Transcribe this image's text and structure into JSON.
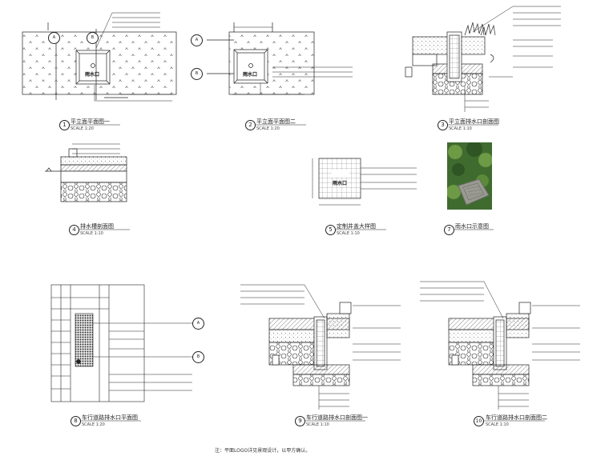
{
  "sheet": {
    "background": "#ffffff",
    "line_color": "#222222",
    "foliage_color": "#3f6b2f"
  },
  "views": [
    {
      "num": "1",
      "title": "平立面平面图一",
      "scale": "SCALE    1:20"
    },
    {
      "num": "2",
      "title": "平立面平面图二",
      "scale": "SCALE    1:20"
    },
    {
      "num": "3",
      "title": "平立面排水口剖面图",
      "scale": "SCALE    1:10"
    },
    {
      "num": "4",
      "title": "排水槽剖面图",
      "scale": "SCALE    1:10"
    },
    {
      "num": "5",
      "title": "定制井盖大样图",
      "scale": "SCALE    1:10"
    },
    {
      "num": "7",
      "title": "雨水口示意图",
      "scale": ""
    },
    {
      "num": "8",
      "title": "车行道路排水口平面图",
      "scale": "SCALE    1:20"
    },
    {
      "num": "9",
      "title": "车行道路排水口剖面图一",
      "scale": "SCALE    1:10"
    },
    {
      "num": "10",
      "title": "车行道路排水口剖面图二",
      "scale": "SCALE    1:10"
    }
  ],
  "section_refs": [
    "A",
    "B"
  ],
  "plaque_text": "雨水口",
  "footer_note": "注：平面LOGO详见景观设计，以甲方确认。",
  "photo_colors": {
    "foliage": "#3f6b2f",
    "foliage_light": "#6c9a45",
    "cover": "#9a9a92"
  }
}
